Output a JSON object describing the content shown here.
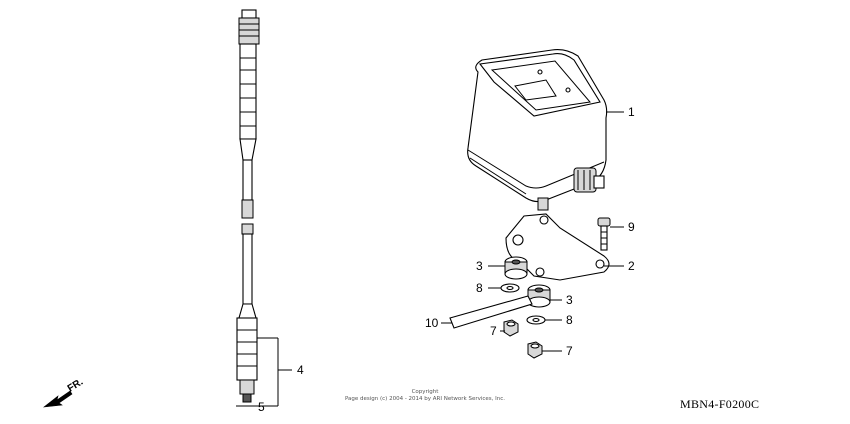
{
  "callouts": [
    {
      "id": "1",
      "label": "1"
    },
    {
      "id": "2",
      "label": "2"
    },
    {
      "id": "3a",
      "label": "3"
    },
    {
      "id": "3b",
      "label": "3"
    },
    {
      "id": "4",
      "label": "4"
    },
    {
      "id": "5",
      "label": "5"
    },
    {
      "id": "7a",
      "label": "7"
    },
    {
      "id": "7b",
      "label": "7"
    },
    {
      "id": "8a",
      "label": "8"
    },
    {
      "id": "8b",
      "label": "8"
    },
    {
      "id": "9",
      "label": "9"
    },
    {
      "id": "10",
      "label": "10"
    }
  ],
  "copyright": {
    "line1": "Copyright",
    "line2": "Page design (c) 2004 - 2014 by ARI Network Services, Inc."
  },
  "direction_label": "FR.",
  "diagram_code": "MBN4-F0200C"
}
